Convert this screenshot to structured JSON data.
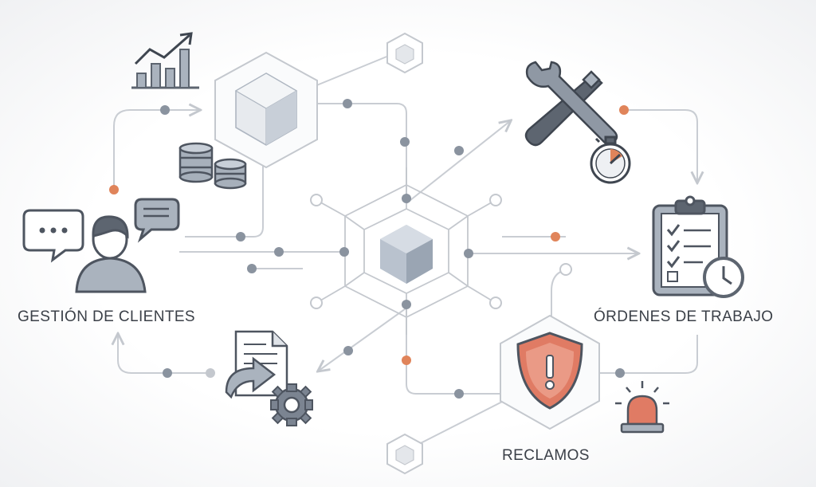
{
  "labels": {
    "clientes": "GESTIÓN DE CLIENTES",
    "ordenes": "ÓRDENES DE TRABAJO",
    "reclamos": "RECLAMOS"
  },
  "colors": {
    "line": "#c4c8ce",
    "node": "#8a939f",
    "accent": "#e0845a",
    "dark": "#59606b",
    "alert": "#e07b64"
  },
  "icons": [
    "bar-chart-icon",
    "coins-icon",
    "chat-bubble-icon",
    "user-icon",
    "tools-icon",
    "stopwatch-icon",
    "clipboard-checklist-icon",
    "clock-icon",
    "shield-alert-icon",
    "siren-icon",
    "document-transfer-icon",
    "gear-icon",
    "cube-icon"
  ]
}
